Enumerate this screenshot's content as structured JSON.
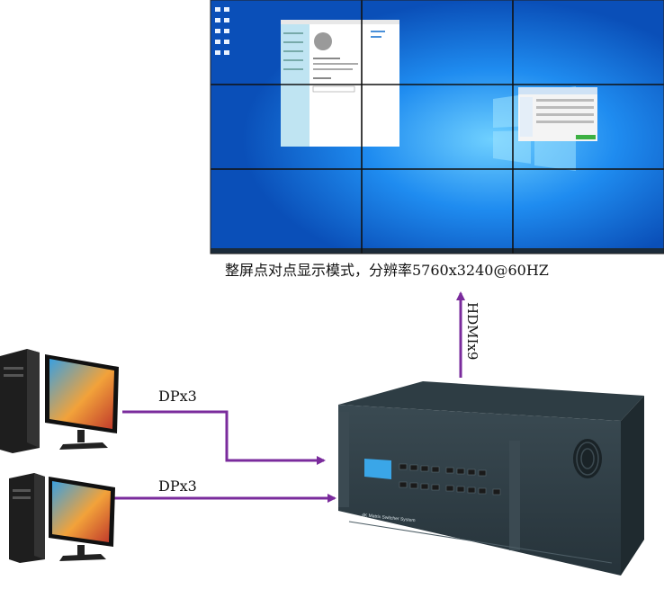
{
  "caption": "整屏点对点显示模式，分辨率5760x3240@60HZ",
  "links": {
    "top_input": "DPx3",
    "bottom_input": "DPx3",
    "output": "HDMIx9"
  },
  "device": {
    "panel_text": "4K Matrix Switcher System"
  },
  "video_wall": {
    "rows": 3,
    "cols": 3
  },
  "colors": {
    "arrow": "#7a2b9c",
    "wallpaper": "#1a6fd6",
    "chassis": "#2b3a40"
  }
}
